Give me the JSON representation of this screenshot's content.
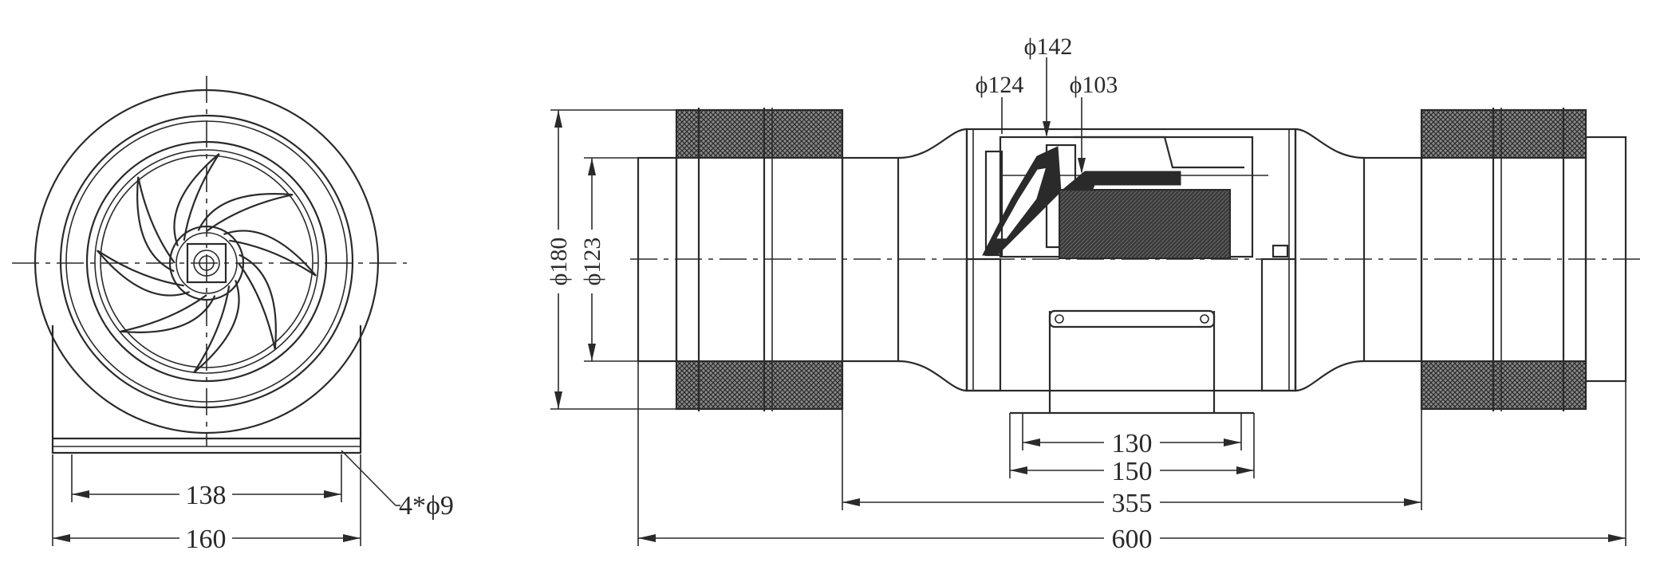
{
  "front_view": {
    "dim_inner_base": "138",
    "dim_outer_base": "160",
    "dim_holes": "4*ϕ9"
  },
  "side_view": {
    "dim_dia_142": "ϕ142",
    "dim_dia_124": "ϕ124",
    "dim_dia_103": "ϕ103",
    "dim_dia_180": "ϕ180",
    "dim_dia_123": "ϕ123",
    "dim_130": "130",
    "dim_150": "150",
    "dim_355": "355",
    "dim_600": "600"
  },
  "colors": {
    "line": "#2a2a2a",
    "background": "#ffffff"
  }
}
